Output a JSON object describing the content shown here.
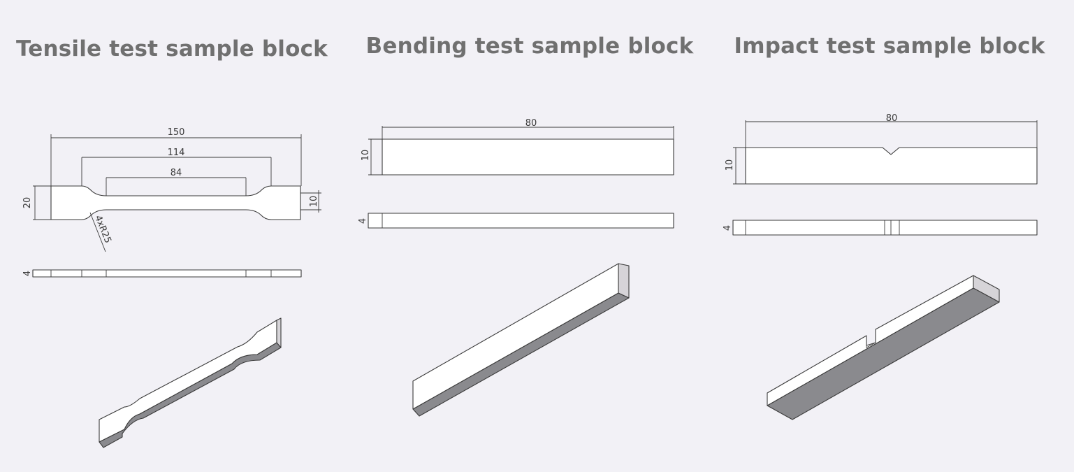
{
  "panels": [
    {
      "title": "Tensile test sample block",
      "dimensions": {
        "overall_length": "150",
        "shoulder_distance": "114",
        "gauge_length": "84",
        "grip_width": "20",
        "gauge_width": "10",
        "fillet_radius": "4xR25",
        "thickness": "4"
      }
    },
    {
      "title": "Bending test sample block",
      "dimensions": {
        "length": "80",
        "width": "10",
        "thickness": "4"
      }
    },
    {
      "title": "Impact test sample block",
      "dimensions": {
        "length": "80",
        "width": "10",
        "thickness": "4"
      }
    }
  ],
  "colors": {
    "background": "#f2f1f6",
    "title": "#707070",
    "line": "#3a3a3a",
    "face": "#ffffff",
    "shaded_side": "#8a8a8e"
  }
}
